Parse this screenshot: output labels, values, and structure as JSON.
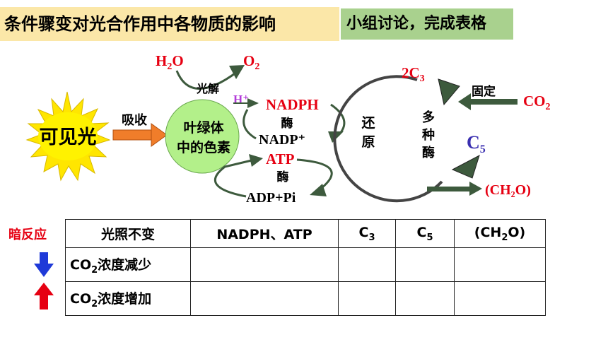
{
  "header": {
    "title": "条件骤变对光合作用中各物质的影响",
    "subtitle": "小组讨论，完成表格"
  },
  "diagram": {
    "visible_light": "可见光",
    "absorb": "吸收",
    "pigment_line1": "叶绿体",
    "pigment_line2": "中的色素",
    "h2o_main": "H",
    "h2o_sub": "2",
    "h2o_end": "O",
    "o2_main": "O",
    "o2_sub": "2",
    "photolysis": "光解",
    "h_plus": "H⁺",
    "nadph": "NADPH",
    "enzyme": "酶",
    "nadp_plus": "NADP⁺",
    "atp": "ATP",
    "adp_pi": "ADP+Pi",
    "reduce_1": "还",
    "reduce_2": "原",
    "c3_main": "2C",
    "c3_sub": "3",
    "fix": "固定",
    "co2_main": "CO",
    "co2_sub": "2",
    "multi_1": "多",
    "multi_2": "种",
    "multi_3": "酶",
    "c5_main": "C",
    "c5_sub": "5",
    "ch2o": "(CH₂O)",
    "colors": {
      "red": "#e60012",
      "purple": "#b23ad8",
      "circle_green": "#b3f08a",
      "arrow_dark_green": "#3d5a3d",
      "sun_yellow": "#ffe600",
      "orange": "#f07d2a",
      "blue": "#1f3ad8"
    }
  },
  "table": {
    "dark_reaction_label": "暗反应",
    "headers": {
      "condition": "光照不变",
      "nadph_atp": "NADPH、ATP",
      "c3_main": "C",
      "c3_sub": "3",
      "c5_main": "C",
      "c5_sub": "5",
      "ch2o_pre": "(CH",
      "ch2o_sub": "2",
      "ch2o_post": "O)"
    },
    "rows": [
      {
        "pre": "CO",
        "sub": "2",
        "post": "浓度减少",
        "icon": "down-arrow-icon"
      },
      {
        "pre": "CO",
        "sub": "2",
        "post": "浓度增加",
        "icon": "up-arrow-icon"
      }
    ]
  }
}
